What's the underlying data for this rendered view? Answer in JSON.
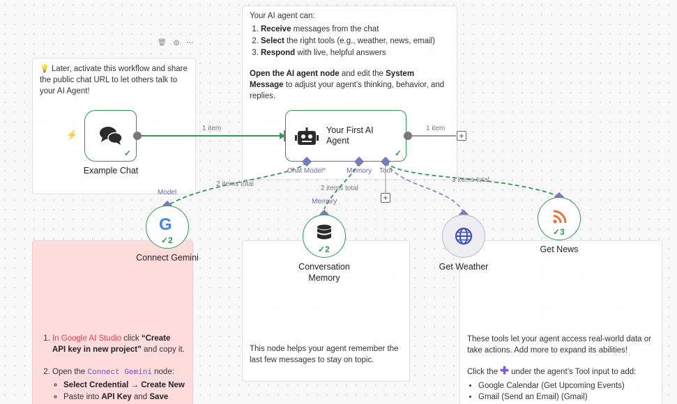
{
  "sticky_intro": {
    "icon": "💡",
    "text": "Later, activate this workflow and share the public chat URL to let others talk to your AI Agent!"
  },
  "sticky_agent": {
    "heading": "Your AI agent can:",
    "steps": [
      {
        "bold": "Receive",
        "rest": " messages from the chat"
      },
      {
        "bold": "Select",
        "rest": " the right tools (e.g., weather, news, email)"
      },
      {
        "bold": "Respond",
        "rest": " with live, helpful answers"
      }
    ],
    "instr_bold1": "Open the AI agent node",
    "instr_mid": " and edit the ",
    "instr_bold2": "System Message",
    "instr_rest": " to adjust your agent’s thinking, behavior, and replies."
  },
  "sticky_gemini": {
    "step1_link": "In Google AI Studio",
    "step1_mid": " click ",
    "step1_bold": "“Create API key in new project”",
    "step1_rest": " and copy it.",
    "step2_pre": "Open the ",
    "step2_code": "Connect Gemini",
    "step2_rest": " node:",
    "sub1_bold1": "Select Credential",
    "sub1_arrow": " → ",
    "sub1_bold2": "Create New",
    "sub2_pre": "Paste into ",
    "sub2_bold1": "API Key",
    "sub2_mid": " and ",
    "sub2_bold2": "Save"
  },
  "sticky_memory": {
    "text": "This node helps your agent remember the last few messages to stay on topic."
  },
  "sticky_tools": {
    "para": "These tools let your agent access real-world data or take actions. Add more to expand its abilities!",
    "click_pre": "Click the ",
    "click_plus": "✚",
    "click_post": " under the agent’s Tool input to add:",
    "items": [
      "Google Calendar (Get Upcoming Events)",
      "Gmail (Send an Email) (Gmail)"
    ]
  },
  "toolbar": {
    "delete_icon": "🗑",
    "color_icon": "◍",
    "more_icon": "⋯"
  },
  "nodes": {
    "chat": {
      "label": "Example Chat",
      "trigger_icon": "⚡"
    },
    "agent": {
      "label": "Your First AI Agent"
    },
    "gemini": {
      "label": "Connect Gemini",
      "letter": "G",
      "count": "2"
    },
    "memory": {
      "label": "Conversation Memory",
      "count": "2"
    },
    "weather": {
      "label": "Get Weather"
    },
    "news": {
      "label": "Get News",
      "count": "3"
    }
  },
  "ports": {
    "chat_model": "Chat Model",
    "chat_model_req": "*",
    "memory": "Memory",
    "tool": "Tool",
    "model_in": "Model",
    "memory_in": "Memory"
  },
  "wires": {
    "chat_agent": "1 item",
    "agent_out": "1 item",
    "model": "2 items total",
    "memory": "2 items total",
    "tools": "3 items total"
  },
  "plus": "+",
  "check": "✓"
}
